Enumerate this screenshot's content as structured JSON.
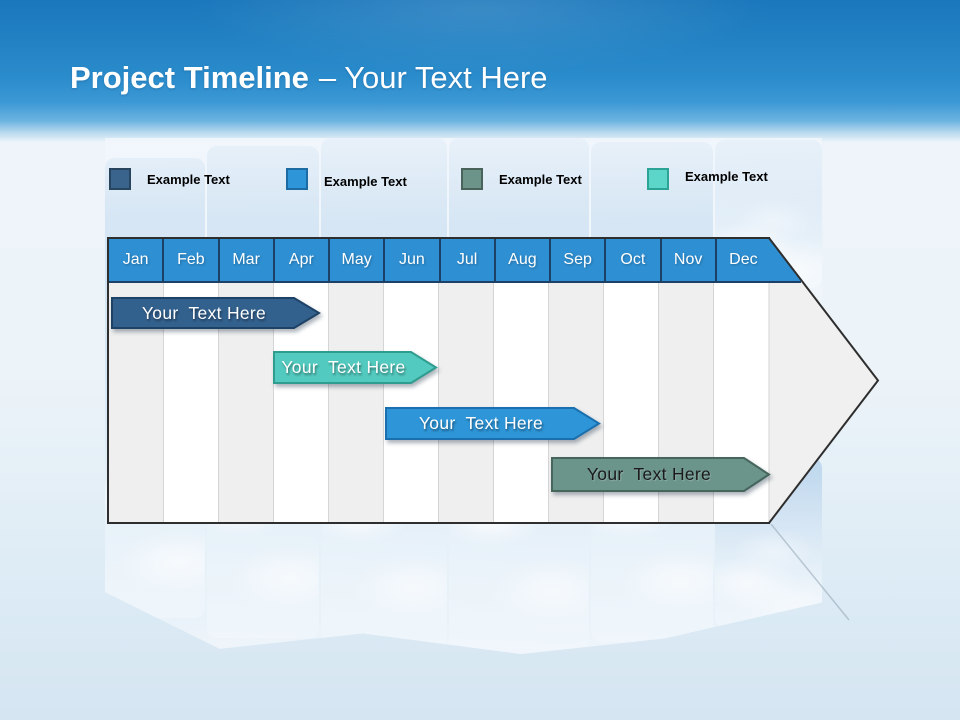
{
  "header": {
    "title_primary": "Project Timeline",
    "title_secondary": "– Your Text Here"
  },
  "legend": {
    "items": [
      {
        "label": "Example Text",
        "color": "#3a648c"
      },
      {
        "label": "Example Text",
        "color": "#2e96d8"
      },
      {
        "label": "Example Text",
        "color": "#6d9489"
      },
      {
        "label": "Example Text",
        "color": "#5cd6c9"
      }
    ]
  },
  "chart_data": {
    "type": "bar",
    "subtype": "gantt-timeline-arrow",
    "title": "Project Timeline – Your Text Here",
    "months": [
      "Jan",
      "Feb",
      "Mar",
      "Apr",
      "May",
      "Jun",
      "Jul",
      "Aug",
      "Sep",
      "Oct",
      "Nov",
      "Dec"
    ],
    "month_header_color": "#2e8fd2",
    "axis_range": [
      "Jan",
      "Dec"
    ],
    "grid": "alternating-column-stripes",
    "tasks": [
      {
        "label": "Your  Text Here",
        "start": "Jan",
        "end": "Apr",
        "row": 1,
        "color": "#33618e",
        "text_color": "#ffffff"
      },
      {
        "label": "Your  Text Here",
        "start": "Apr",
        "end": "Jun",
        "row": 2,
        "color": "#53cabf",
        "text_color": "#ffffff"
      },
      {
        "label": "Your  Text Here",
        "start": "Jun",
        "end": "Sep",
        "row": 3,
        "color": "#2e96d8",
        "text_color": "#ffffff"
      },
      {
        "label": "Your  Text Here",
        "start": "Sep",
        "end": "Dec",
        "row": 4,
        "color": "#6b948b",
        "text_color": "#1a1a1a"
      }
    ]
  }
}
